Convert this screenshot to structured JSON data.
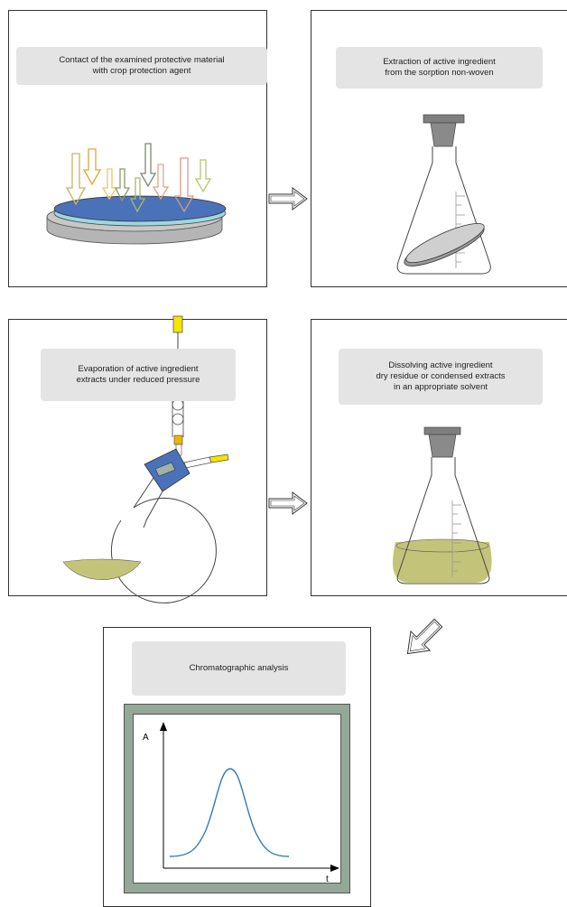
{
  "steps": [
    {
      "lines": [
        "Contact of the examined protective material",
        "with crop protection agent"
      ]
    },
    {
      "lines": [
        "Extraction of active ingredient",
        "from the sorption non-woven"
      ]
    },
    {
      "lines": [
        "Evaporation of active ingredient",
        "extracts under reduced pressure"
      ]
    },
    {
      "lines": [
        "Dissolving active ingredient",
        "dry residue or condensed extracts",
        "in an appropriate solvent"
      ]
    },
    {
      "lines": [
        "Chromatographic analysis"
      ]
    }
  ],
  "chromatogram": {
    "y_axis_label": "A",
    "x_axis_label": "t"
  },
  "colors": {
    "disc_top": "#4a72b8",
    "disc_layer": "#9fd6df",
    "dish": "#c8c8c8",
    "liquid": "#c3c47a",
    "stopper": "#7f7f7f",
    "clamp_blue": "#4a72b8",
    "yellow_cap": "#f5e400",
    "chart_frame": "#93a898",
    "peak_line": "#2f7ab8"
  }
}
